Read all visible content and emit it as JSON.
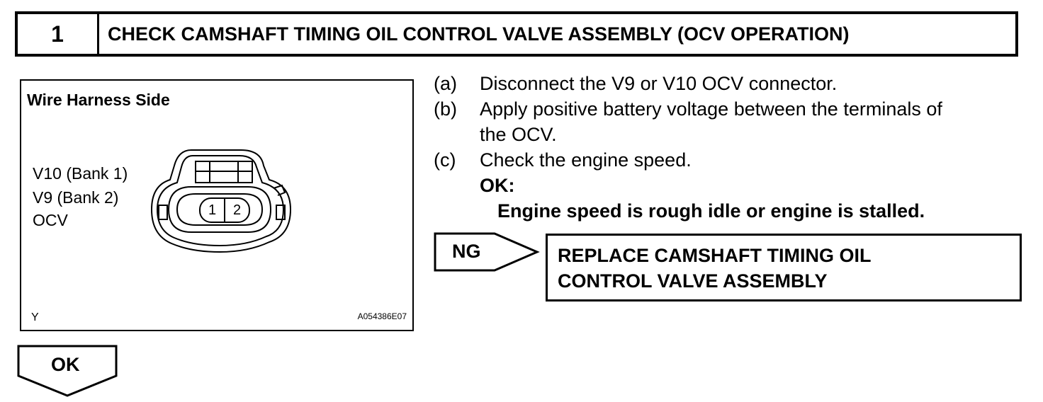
{
  "header": {
    "step_number": "1",
    "title": "CHECK CAMSHAFT TIMING OIL CONTROL VALVE ASSEMBLY (OCV OPERATION)"
  },
  "figure": {
    "title": "Wire Harness Side",
    "labels": [
      "V10 (Bank 1)",
      "V9 (Bank 2)",
      "OCV"
    ],
    "pins": [
      "1",
      "2"
    ],
    "corner_letter": "Y",
    "figure_code": "A054386E07"
  },
  "instructions": [
    {
      "letter": "(a)",
      "lines": [
        "Disconnect the V9 or V10 OCV connector."
      ]
    },
    {
      "letter": "(b)",
      "lines": [
        "Apply positive battery voltage between the terminals of",
        "the OCV."
      ]
    },
    {
      "letter": "(c)",
      "lines": [
        "Check the engine speed."
      ]
    }
  ],
  "ok_criteria": {
    "label": "OK:",
    "text": "Engine speed is rough idle or engine is stalled."
  },
  "ng_branch": {
    "label": "NG",
    "action_lines": [
      "REPLACE CAMSHAFT TIMING OIL",
      "CONTROL VALVE ASSEMBLY"
    ]
  },
  "ok_branch": {
    "label": "OK"
  }
}
